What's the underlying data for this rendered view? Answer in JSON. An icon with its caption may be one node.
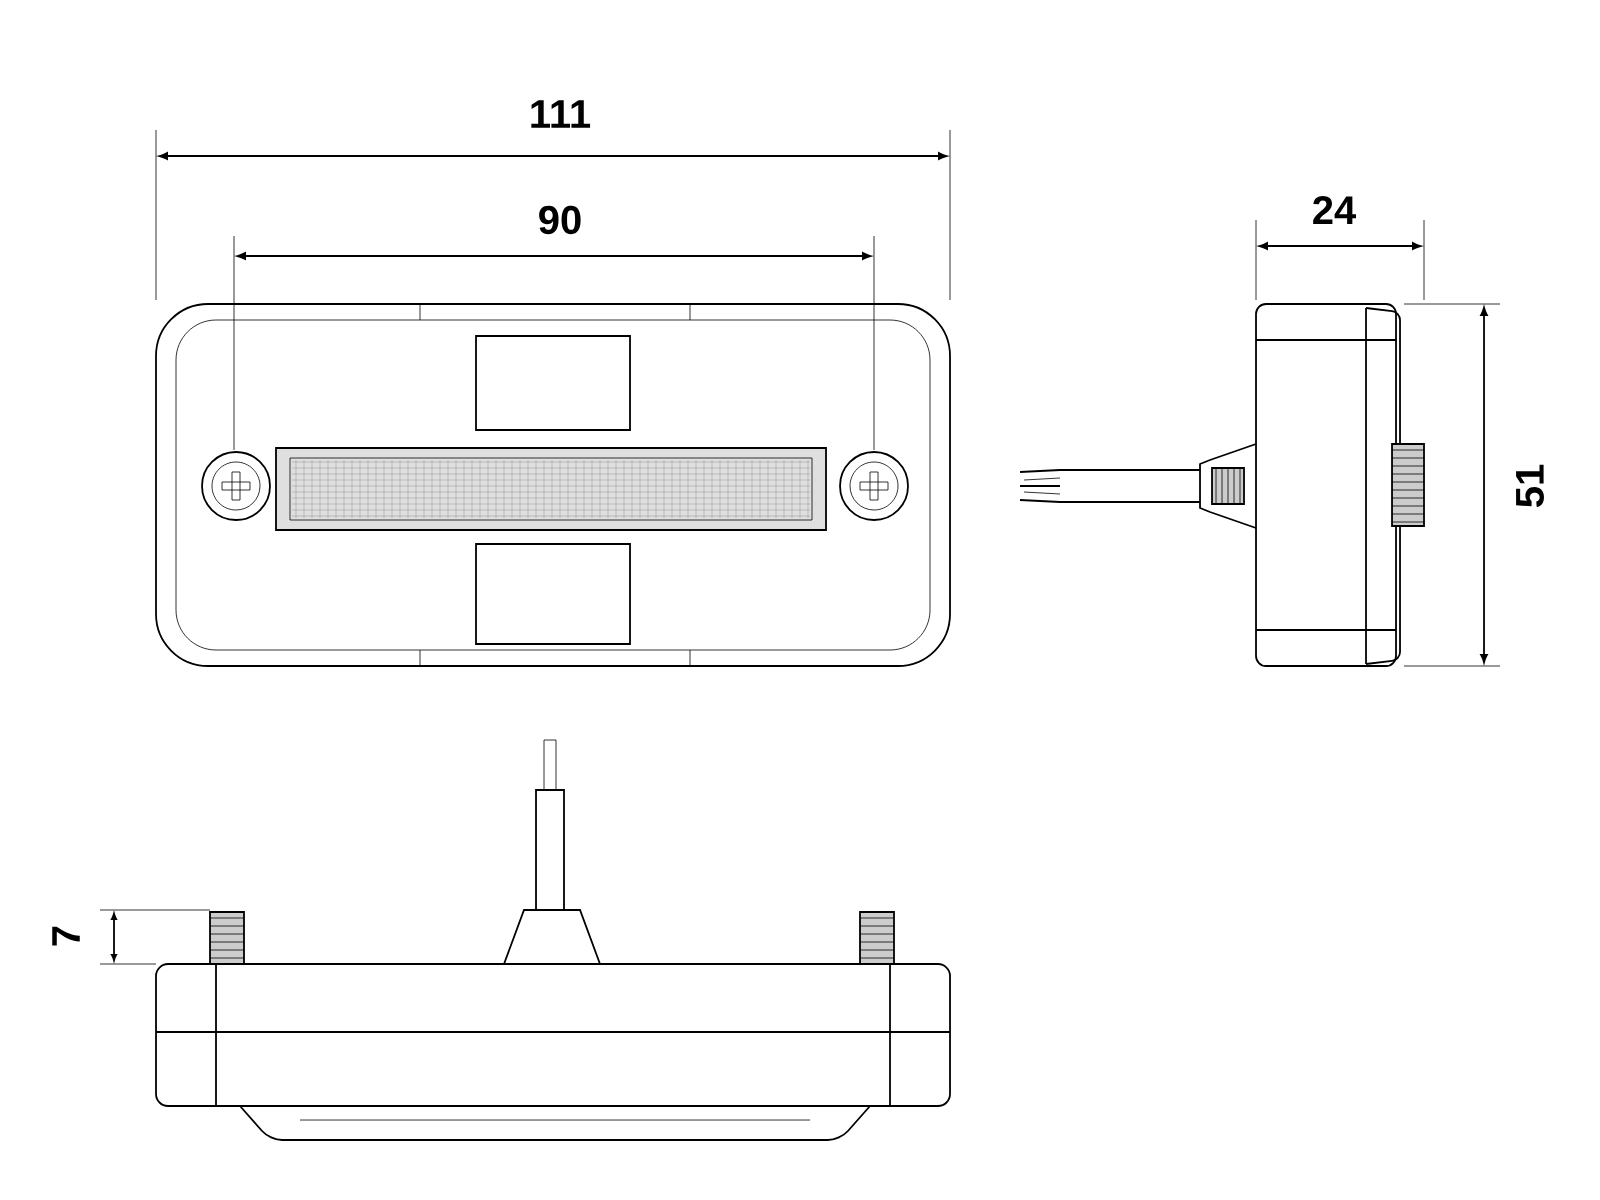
{
  "diagram": {
    "labels": [
      "111",
      "90",
      "24",
      "51",
      "7"
    ]
  }
}
